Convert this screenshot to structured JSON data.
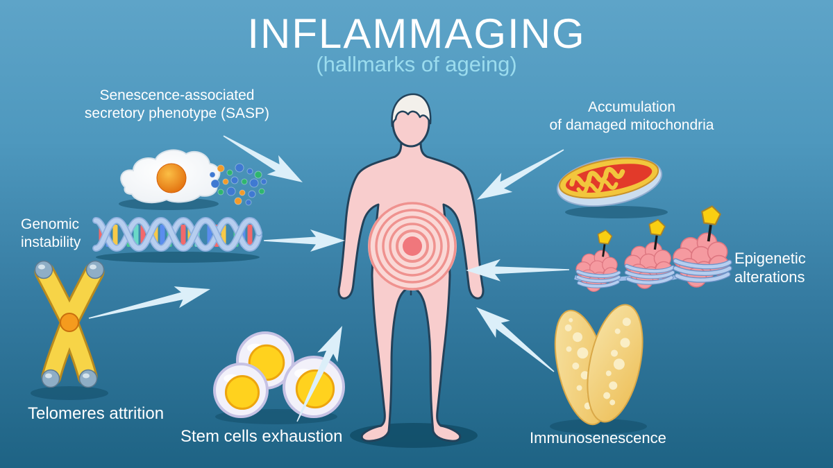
{
  "title": "INFLAMMAGING",
  "subtitle": "(hallmarks of ageing)",
  "labels": {
    "sasp": {
      "line1": "Senescence-associated",
      "line2": "secretory phenotype (SASP)"
    },
    "mitochondria": {
      "line1": "Accumulation",
      "line2": "of damaged mitochondria"
    },
    "genomic": {
      "line1": "Genomic",
      "line2": "instability"
    },
    "epigenetic": {
      "line1": "Epigenetic",
      "line2": "alterations"
    },
    "telomeres": "Telomeres attrition",
    "stem_cells": "Stem cells exhaustion",
    "immunosenescence": "Immunosenescence"
  },
  "icons": {
    "senescent-cell-icon": "fried-egg-like senescent cell secreting colored SASP particles",
    "dna-helix-icon": "double helix with colored base pairs",
    "chromosome-icon": "yellow X chromosome with blue-grey telomere caps",
    "stem-cells-icon": "three round stem cells with yellow nuclei",
    "human-body-icon": "elderly man silhouette with inflammation target on abdomen",
    "mitochondrion-icon": "damaged mitochondrion with red cristae",
    "nucleosome-icon": "three nucleosomes wrapped by DNA with methyl flags",
    "thymus-icon": "involuted yellow thymus lobes",
    "arrow-icon": "light blue tapered arrow"
  },
  "colors": {
    "background_top": "#5EA4C8",
    "background_bottom": "#1E6384",
    "title": "#FFFFFF",
    "subtitle": "#9BDCEE",
    "arrow": "#DCEFF9",
    "body_fill": "#F8CDCD",
    "body_outline": "#23425A",
    "inflammation_ring": "#EF928F",
    "chromosome_yellow": "#F7D447",
    "thymus_yellow": "#EFC766",
    "nucleosome_pink": "#F59AA0",
    "methyl_flag": "#F9CF12"
  }
}
